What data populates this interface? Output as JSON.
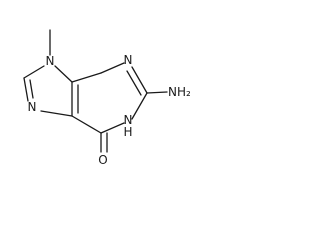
{
  "molecule": {
    "atoms": {
      "n9": "N",
      "methyl": "",
      "n3": "N",
      "nh2": "NH₂",
      "n1h_n": "N",
      "n1h_h": "H",
      "n7": "N",
      "o6": "O"
    },
    "colors": {
      "bond": "#1a1a1a",
      "label": "#1a1a1a"
    }
  }
}
